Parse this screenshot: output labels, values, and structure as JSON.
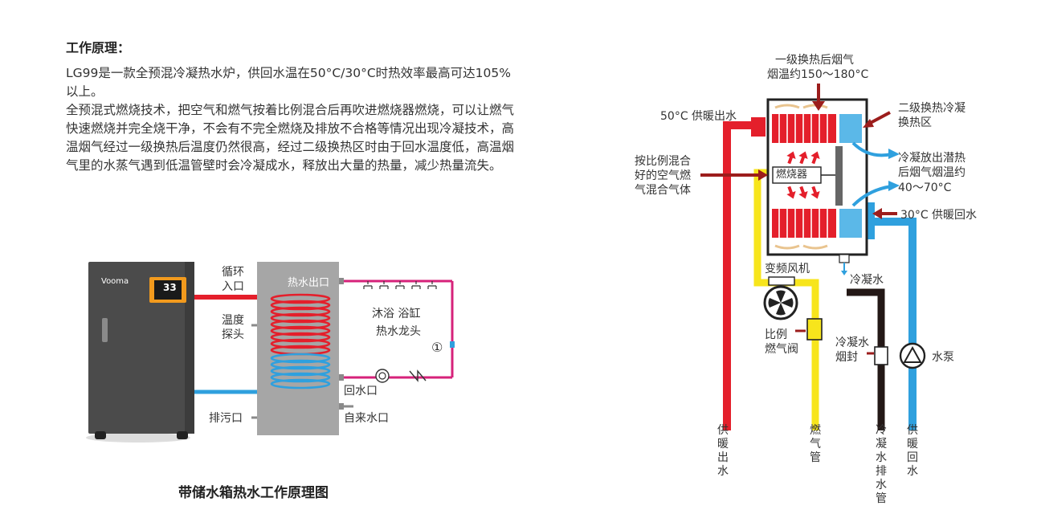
{
  "left": {
    "title": "工作原理：",
    "description": [
      "LG99是一款全预混冷凝热水炉，供回水温在50°C/30°C时热效率最高可达105%以上。",
      "全预混式燃烧技术，把空气和燃气按着比例混合后再吹进燃烧器燃烧，可以让燃气快速燃烧并完全烧干净，不会有不完全燃烧及排放不合格等情况出现冷凝技术，高温烟气经过一级换热后温度仍然很高，经过二级换热区时由于回水温度低，高温烟气里的水蒸气遇到低温管壁时会冷凝成水，释放出大量的热量，减少热量流失。"
    ]
  },
  "tank_diagram": {
    "caption": "带储水箱热水工作原理图",
    "boiler_brand": "Vooma",
    "boiler_display": "33",
    "labels": {
      "circulation_inlet": "循环\n入口",
      "temp_probe": "温度\n探头",
      "drain": "排污口",
      "hot_outlet": "热水出口",
      "shower_tub": "沐浴 浴缸",
      "hot_faucet": "热水龙头",
      "pump_mark": "①",
      "return_port": "回水口",
      "tap_inlet": "自来水口"
    }
  },
  "boiler_diagram": {
    "labels": {
      "primary_exchange": "一级换热后烟气",
      "flue_temp_high": "烟温约150～180°C",
      "supply_out_top": "50°C 供暖出水",
      "secondary_zone": "二级换热冷凝\n换热区",
      "premix_gas": "按比例混合\n好的空气燃\n气混合气体",
      "burner": "燃烧器",
      "latent_heat": "冷凝放出潜热\n后烟气烟温约",
      "flue_temp_low": "40～70°C",
      "return_in": "30°C 供暖回水",
      "fan": "变频风机",
      "condensate": "冷凝水",
      "gas_valve": "比例\n燃气阀",
      "condensate_seal": "冷凝水\n烟封",
      "pump": "水泵",
      "supply_pipe": "供暖出水",
      "gas_pipe": "燃气管",
      "condensate_pipe": "冷凝水排水管",
      "return_pipe": "供暖回水"
    }
  },
  "colors": {
    "hot": "#e41f2b",
    "cold": "#2fa0de",
    "gas": "#f7e51c",
    "condensate": "#231816",
    "magenta": "#d6227a",
    "arrow": "#9c1d1c",
    "tank": "#a6a6a6",
    "boiler_body": "#4b4b4b"
  }
}
